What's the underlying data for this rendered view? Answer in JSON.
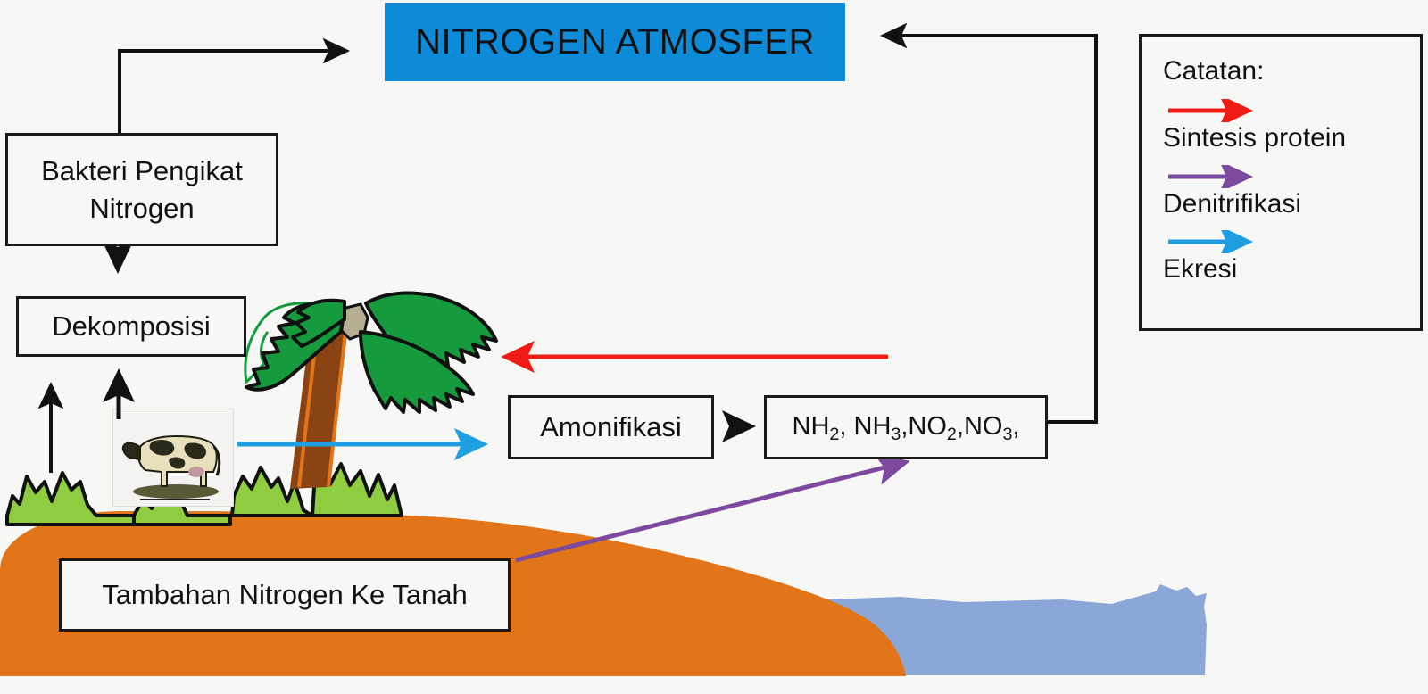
{
  "diagram": {
    "title": "NITROGEN ATMOSFER",
    "title_bg": "#0d8bd9"
  },
  "boxes": {
    "bakteri_line1": "Bakteri Pengikat",
    "bakteri_line2": "Nitrogen",
    "dekomposisi": "Dekomposisi",
    "amonifikasi": "Amonifikasi",
    "tambahan": "Tambahan Nitrogen Ke Tanah",
    "compounds": {
      "c1_base": "NH",
      "c1_sub": "2",
      "c2_base": "NH",
      "c2_sub": "3",
      "c3_base": "NO",
      "c3_sub": "2",
      "c4_base": "NO",
      "c4_sub": "3",
      "sep": ", ",
      "sep2": ",",
      "tail": ","
    }
  },
  "legend": {
    "title": "Catatan:",
    "items": [
      {
        "label": "Sintesis protein",
        "color": "#ee1c15"
      },
      {
        "label": "Denitrifikasi",
        "color": "#7b4a9e"
      },
      {
        "label": "Ekresi",
        "color": "#1f9fe0"
      }
    ]
  },
  "scene": {
    "soil_color": "#e2751a",
    "grass_color": "#8fcc3f",
    "water_color": "#8aa7d8",
    "trunk_color": "#8a4414",
    "trunk_outline": "#e2751a",
    "frond_color": "#159b3e",
    "frond_outline": "#111111",
    "coconut_color": "#b6ae90"
  },
  "arrows": {
    "fixation_to_atmosphere": "black",
    "compounds_to_atmosphere": "black",
    "bakteri_to_dekomposisi": "black",
    "ground_to_dekomposisi_left": "black",
    "ground_to_dekomposisi_right": "black",
    "amonifikasi_to_compounds": "black",
    "protein_synthesis": "#ee1c15",
    "denitrification": "#7b4a9e",
    "excretion": "#1f9fe0"
  }
}
